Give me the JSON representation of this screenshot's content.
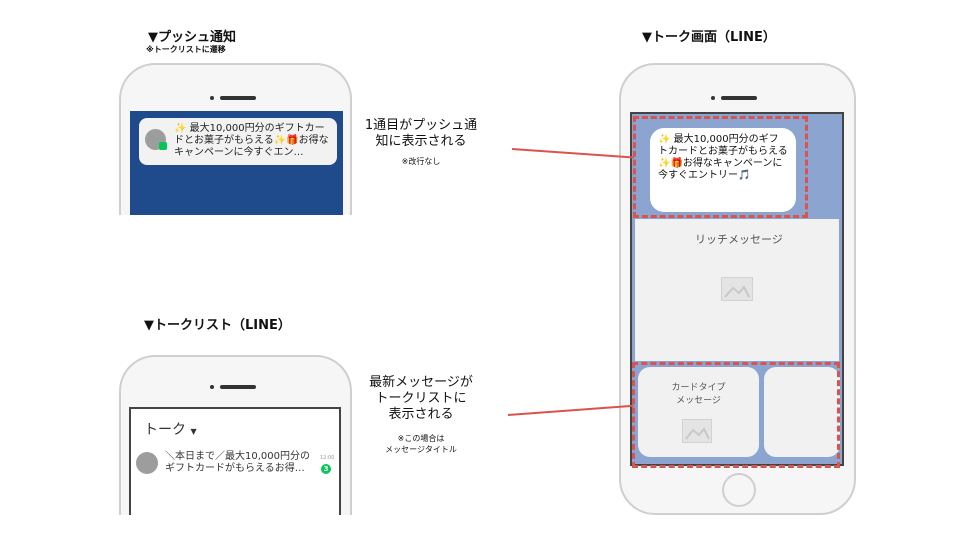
{
  "headings": {
    "push": "▼プッシュ通知",
    "push_sub": "※トークリストに遷移",
    "talk_list": "▼トークリスト（LINE）",
    "talk_screen": "▼トーク画面（LINE）"
  },
  "push_notification": {
    "text": "✨ 最大10,000円分のギフトカードとお菓子がもらえる✨🎁お得なキャンペーンに今すぐエン…"
  },
  "talk_list": {
    "title": "トーク",
    "dropdown": "▼",
    "preview": "＼本日まで／最大10,000円分のギフトカードがもらえるお得…",
    "time": "12:00",
    "unread": "3"
  },
  "chat": {
    "bubble_text": "✨ 最大10,000円分のギフトカードとお菓子がもらえる✨🎁お得なキャンペーンに今すぐエントリー🎵",
    "rich_message": "リッチメッセージ",
    "card_label_1": "カードタイプ",
    "card_label_2": "メッセージ"
  },
  "annotations": {
    "push_line1": "1通目がプッシュ通",
    "push_line2": "知に表示される",
    "push_note": "※改行なし",
    "list_line1": "最新メッセージが",
    "list_line2": "トークリストに",
    "list_line3": "表示される",
    "list_note1": "※この場合は",
    "list_note2": "メッセージタイトル"
  },
  "colors": {
    "push_bg": "#1f4a8c",
    "chat_bg": "#8ca4d0",
    "highlight": "#d9534f",
    "line_green": "#06c755"
  },
  "icons": [
    "image-placeholder-icon",
    "dropdown-triangle-icon"
  ]
}
